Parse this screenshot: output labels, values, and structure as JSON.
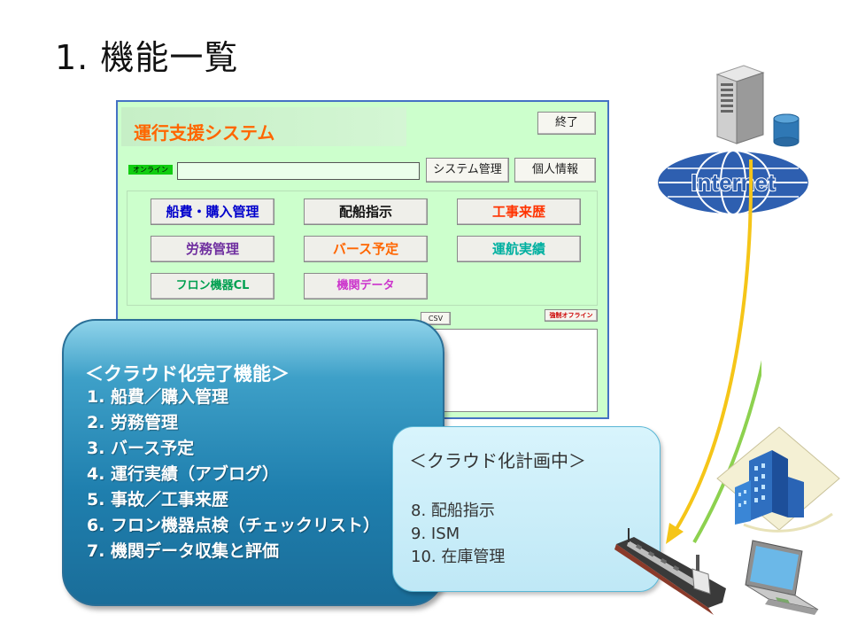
{
  "slide": {
    "title": "1. 機能一覧"
  },
  "app": {
    "title": "運行支援システム",
    "exit_button": "終了",
    "online_status": "オンライン",
    "status_value": "",
    "system_admin_button": "システム管理",
    "personal_info_button": "個人情報",
    "function_buttons": [
      {
        "label": "船費・購入管理",
        "color": "#0000cc"
      },
      {
        "label": "配船指示",
        "color": "#111111"
      },
      {
        "label": "工事来歴",
        "color": "#ff3300"
      },
      {
        "label": "労務管理",
        "color": "#7030a0"
      },
      {
        "label": "バース予定",
        "color": "#ff6600"
      },
      {
        "label": "運航実績",
        "color": "#00b0a0"
      },
      {
        "label": "フロン機器CL",
        "color": "#00a050"
      },
      {
        "label": "機関データ",
        "color": "#cc33cc"
      }
    ],
    "csv_button": "CSV",
    "force_offline_button": "強制オフライン"
  },
  "cloud_done": {
    "heading": "＜クラウド化完了機能＞",
    "items": [
      "1. 船費／購入管理",
      "2. 労務管理",
      "3. バース予定",
      "4. 運行実績（アブログ）",
      "5. 事故／工事来歴",
      "6. フロン機器点検（チェックリスト）",
      "7. 機関データ収集と評価"
    ]
  },
  "cloud_planned": {
    "heading": "＜クラウド化計画中＞",
    "items": [
      "8. 配船指示",
      "9. ISM",
      "10. 在庫管理"
    ]
  },
  "network": {
    "internet_label": "Internet"
  },
  "colors": {
    "app_bg": "#ccffcc",
    "app_border": "#4472c4",
    "app_title": "#ff6600",
    "arrow_down": "#f5c518",
    "arrow_up": "#8dd14f",
    "internet_blue": "#2e5fb0"
  }
}
